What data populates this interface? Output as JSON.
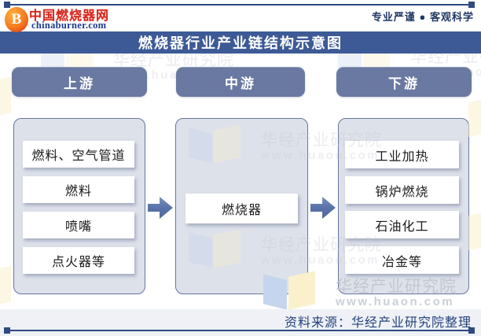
{
  "site": {
    "name": "中国燃烧器网",
    "domain": "chinaburner.com",
    "logo_letter": "B",
    "slogan": "专业严谨 ● 客观科学"
  },
  "title": "燃烧器行业产业链结构示意图",
  "chain": {
    "stages": [
      {
        "label": "上游",
        "items": [
          "燃料、空气管道",
          "燃料",
          "喷嘴",
          "点火器等"
        ]
      },
      {
        "label": "中游",
        "items": [
          "燃烧器"
        ]
      },
      {
        "label": "下游",
        "items": [
          "工业加热",
          "锅炉燃烧",
          "石油化工",
          "冶金等"
        ]
      }
    ]
  },
  "watermark": {
    "brand": "华经产业研究院",
    "url": "www.huaon.com"
  },
  "footer": {
    "source": "资料来源：华经产业研究院整理"
  },
  "colors": {
    "title_bar": "#3D5A96",
    "stage_pill": "#6979A1",
    "container_fill": "#DDE1EA",
    "container_border": "#66769F",
    "arrow": "#5B76AD",
    "accent_line": "#2E4A80",
    "source_text": "#24427C",
    "logo_red": "#D9251C",
    "logo_blue": "#1C3A8C",
    "watermark_blue": "#C5D5EE",
    "watermark_yellow": "#FAF0CC"
  }
}
